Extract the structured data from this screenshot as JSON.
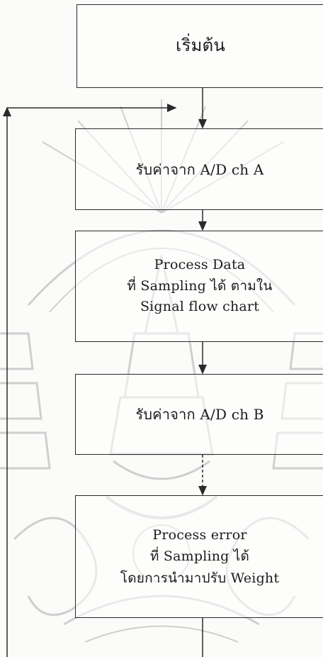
{
  "diagram": {
    "nodes": [
      {
        "id": "start",
        "lines": [
          "เริ่มต้น"
        ]
      },
      {
        "id": "read_a",
        "lines": [
          "รับค่าจาก A/D ch A"
        ]
      },
      {
        "id": "process_data",
        "lines": [
          "Process Data",
          "ที่ Sampling ได้ ตามใน",
          "Signal flow chart"
        ]
      },
      {
        "id": "read_b",
        "lines": [
          "รับค่าจาก A/D ch B"
        ]
      },
      {
        "id": "process_error",
        "lines": [
          "Process error",
          "ที่ Sampling ได้",
          "โดยการนำมาปรับ Weight"
        ]
      }
    ],
    "edges": [
      {
        "from": "start",
        "to": "read_a"
      },
      {
        "from": "read_a",
        "to": "process_data"
      },
      {
        "from": "process_data",
        "to": "read_b"
      },
      {
        "from": "read_b",
        "to": "process_error"
      },
      {
        "from": "process_error",
        "to": "read_a",
        "type": "loop-back"
      }
    ]
  },
  "colors": {
    "line": "#2a2a2a",
    "watermark": "#c9c9c9",
    "background": "#fbfbf9"
  }
}
